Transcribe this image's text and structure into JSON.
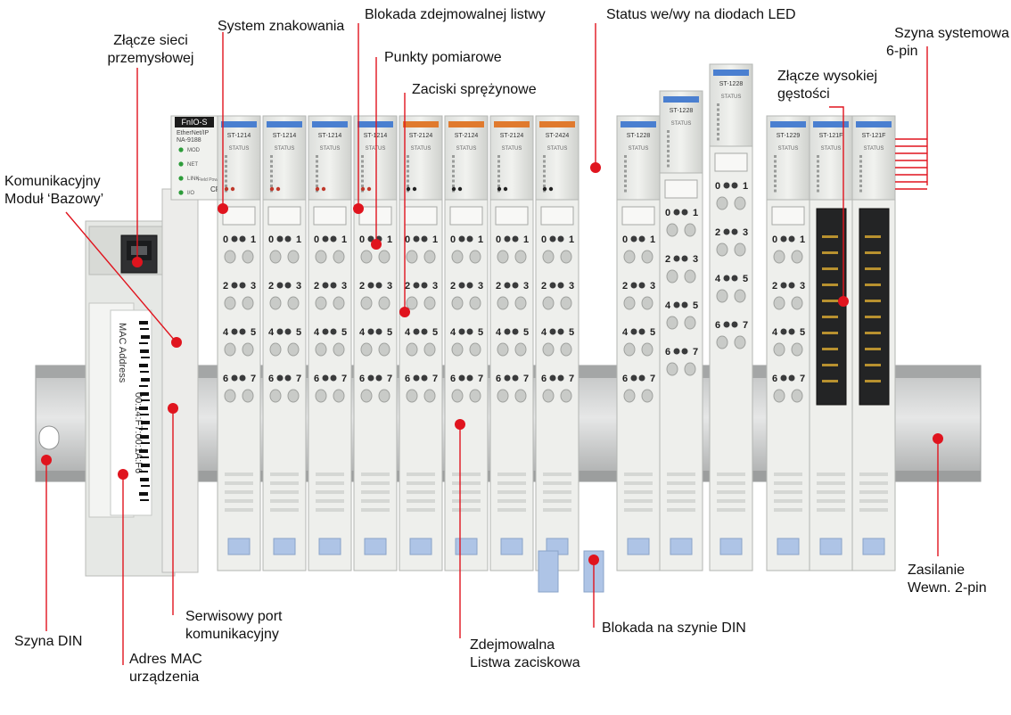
{
  "labels": {
    "fieldbus_connector": [
      "Złącze sieci",
      "przemysłowej"
    ],
    "marking_system": "System znakowania",
    "removable_strip_lock": "Blokada zdejmowalnej listwy",
    "measuring_points": "Punkty pomiarowe",
    "spring_terminals": "Zaciski sprężynowe",
    "io_status_leds": "Status we/wy na diodach LED",
    "system_bus": [
      "Szyna systemowa",
      "6-pin"
    ],
    "high_density_connector": [
      "Złącze wysokiej",
      "gęstości"
    ],
    "base_module": [
      "Komunikacyjny",
      "Moduł ‘Bazowy’"
    ],
    "din_rail": "Szyna DIN",
    "mac_address": [
      "Adres MAC",
      "urządzenia"
    ],
    "service_port": [
      "Serwisowy port",
      "komunikacyjny"
    ],
    "removable_terminal_strip": [
      "Zdejmowalna",
      "Listwa zaciskowa"
    ],
    "din_rail_lock": "Blokada na szynie DIN",
    "internal_power": [
      "Zasilanie",
      "Wewn. 2-pin"
    ]
  },
  "device": {
    "brand": "FnIO-S",
    "head_model": [
      "EtherNet/IP",
      "NA-9188"
    ],
    "leds": [
      "MOD",
      "NET",
      "LINK",
      "I/O"
    ],
    "field_power": "Field Power",
    "maker": "CREVIS",
    "mac_text": "MAC Address",
    "mac_value": "00:14:F7:00:1A:F6",
    "module_tags": [
      "ST-1214",
      "ST-1214",
      "ST-1214",
      "ST-1214",
      "ST-2124",
      "ST-2124",
      "ST-2124",
      "ST-2424",
      "ST-1228",
      "ST-1228",
      "ST-1228",
      "ST-1229",
      "ST-121F",
      "ST-121F"
    ],
    "status_text": "STATUS",
    "terminal_numbers": [
      "0",
      "1",
      "2",
      "3",
      "4",
      "5",
      "6",
      "7"
    ]
  },
  "colors": {
    "callout_red": "#e0141e",
    "module_body": "#e9ebe8",
    "din_rail": "#c9cbcb",
    "blue_tag": "#4a7fd0",
    "orange_tag": "#e07a2e",
    "blue_latch": "#aec4e6"
  }
}
